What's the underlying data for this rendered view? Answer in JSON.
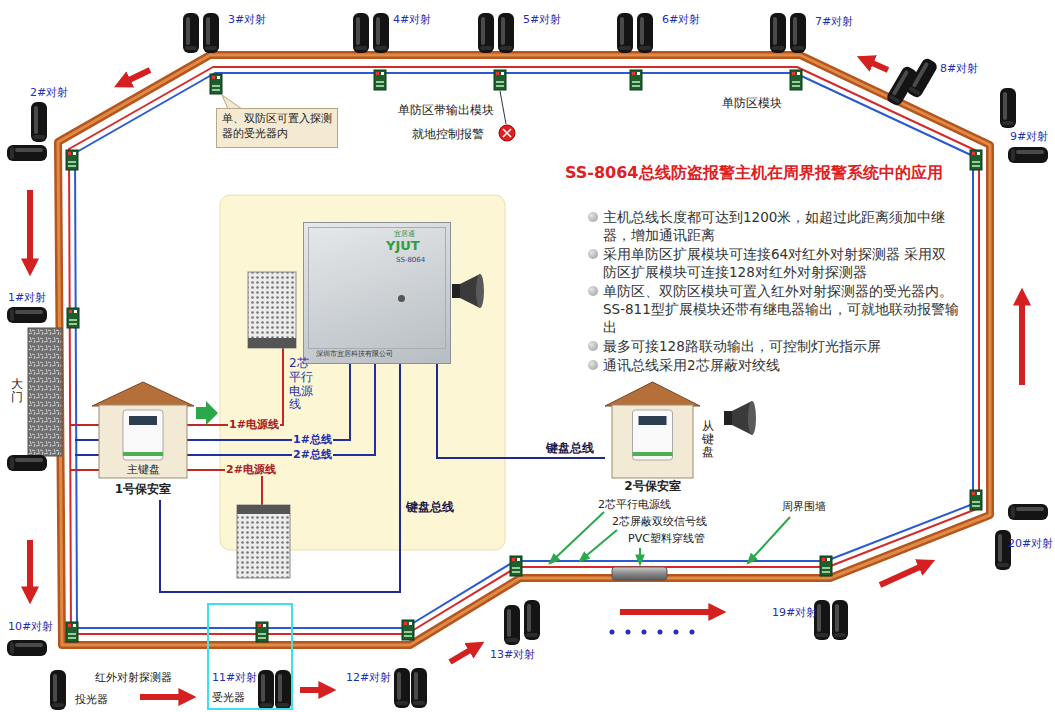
{
  "diagram": {
    "title": "SS-8064总线防盗报警主机在周界报警系统中的应用",
    "nodes": [
      {
        "text": [
          "宜居通",
          "YJUT",
          "SS-8064",
          "深圳市宜居科技有限公司"
        ]
      },
      {
        "text": [
          "主键盘",
          "1号保安室"
        ]
      },
      {
        "text": [
          "从键盘",
          "2号保安室"
        ]
      },
      {
        "text": [
          "单、双防区可置入探测器的受光器内"
        ]
      },
      {
        "text": [
          "11#对射",
          "受光器"
        ]
      }
    ],
    "edges": [
      {
        "from": 0,
        "to": 1,
        "label": "键盘总线",
        "arrow": "none"
      },
      {
        "from": 0,
        "to": 2,
        "label": "键盘总线",
        "arrow": "none"
      }
    ],
    "labels": [
      "3#对射",
      "4#对射",
      "5#对射",
      "6#对射",
      "7#对射",
      "8#对射",
      "9#对射",
      "2#对射",
      "1#对射",
      "大门",
      "10#对射",
      "12#对射",
      "13#对射",
      "19#对射",
      "20#对射",
      "单防区带输出模块",
      "就地控制报警",
      "单防区模块",
      "主机总线长度都可达到1200米，如超过此距离须加中继器，增加通讯距离",
      "采用单防区扩展模块可连接64对红外对射探测器 采用双防区扩展模块可连接128对红外对射探测器",
      "单防区、双防区模块可置入红外对射探测器的受光器内。SS-811型扩展模块还带有继电器输出，可就地联动报警输出",
      "最多可接128路联动输出，可控制灯光指示屏",
      "通讯总线采用2芯屏蔽对绞线",
      "2芯平行电源线",
      "1#电源线",
      "1#总线",
      "2#总线",
      "2#电源线",
      "2芯平行电源线",
      "2芯屏蔽双绞信号线",
      "PVC塑料穿线管",
      "周界围墙",
      "红外对射探测器",
      "投光器"
    ]
  }
}
